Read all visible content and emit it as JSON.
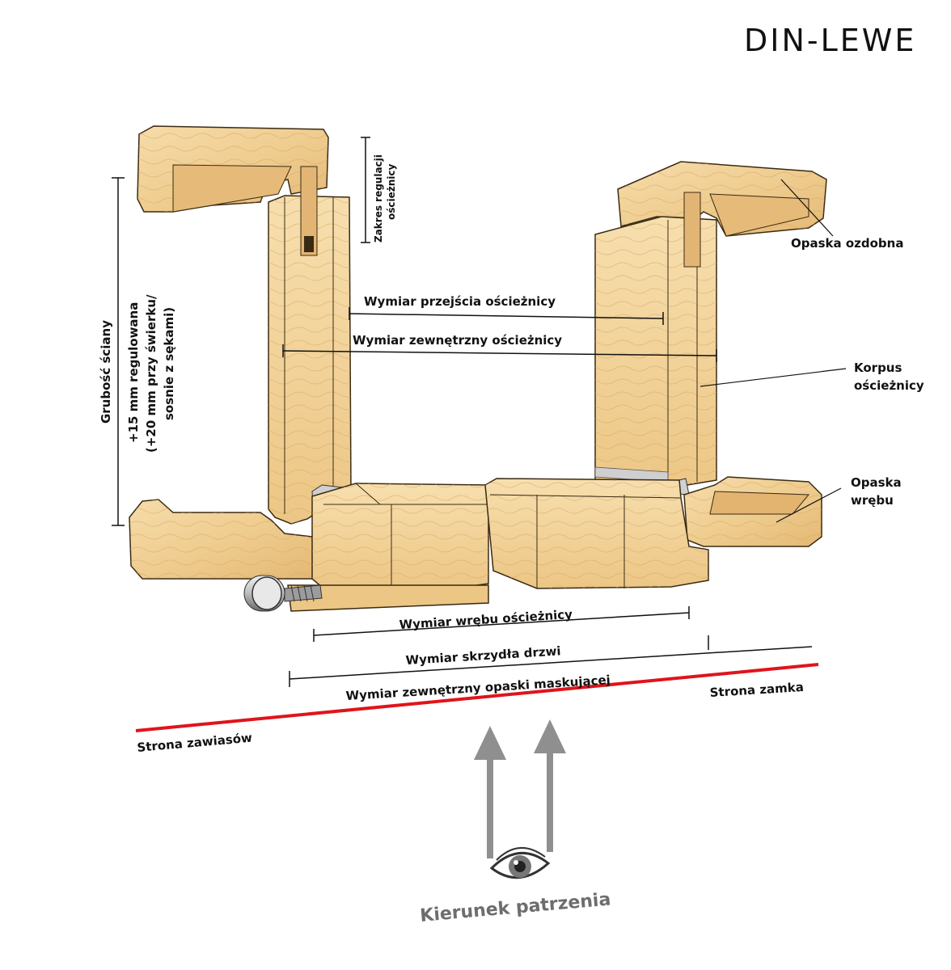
{
  "title": "DIN-LEWE",
  "labels": {
    "zakres_line1": "Zakres regulacji",
    "zakres_line2": "ościeżnicy",
    "opaska_ozdobna": "Opaska ozdobna",
    "korpus_line1": "Korpus",
    "korpus_line2": "ościeżnicy",
    "opaska_wrebu_line1": "Opaska",
    "opaska_wrebu_line2": "wrębu",
    "wymiar_przejscia": "Wymiar przejścia ościeżnicy",
    "wymiar_zewnetrzny": "Wymiar zewnętrzny ościeżnicy",
    "grubosc_line1": "Grubość ściany",
    "grubosc_line2": "+15 mm regulowana",
    "grubosc_line3": "(+20 mm przy świerku/",
    "grubosc_line4": "sosnie z sękami)",
    "wymiar_wrebu": "Wymiar wrębu ościeżnicy",
    "wymiar_skrzydla": "Wymiar skrzydła drzwi",
    "wymiar_opaski": "Wymiar zewnętrzny opaski maskującej",
    "strona_zamka": "Strona zamka",
    "strona_zawiasow": "Strona zawiasów",
    "kierunek": "Kierunek patrzenia"
  },
  "colors": {
    "wood_light": "#f3d39c",
    "wood_mid": "#e8bf7c",
    "wood_dark": "#d9a763",
    "outline": "#3a2a14",
    "red_line": "#e0141b",
    "arrow_gray": "#8f8f8f",
    "text_gray": "#6d6d6d"
  },
  "icons": {
    "eye": "eye-icon",
    "arrows": "up-arrow-icon",
    "hinge": "hinge-icon"
  }
}
